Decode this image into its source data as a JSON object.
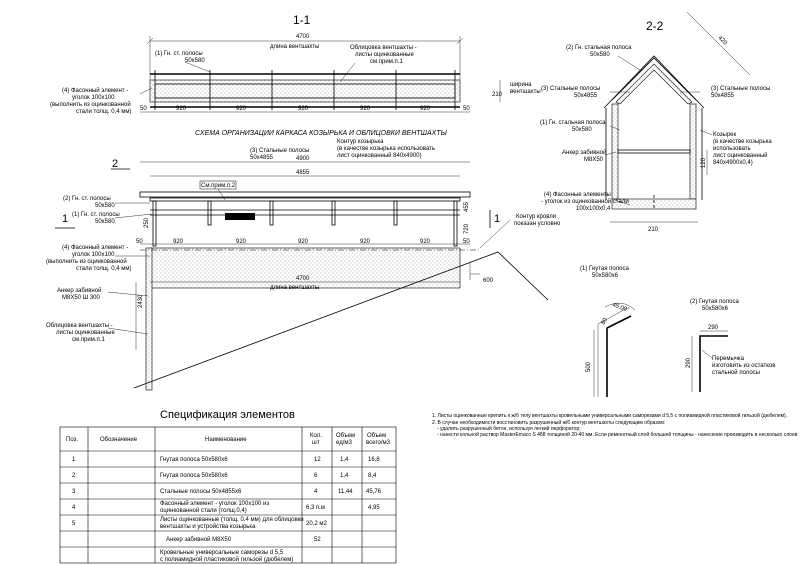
{
  "section_1_1": {
    "title": "1-1",
    "total_dim": "4700",
    "length_label": "длина вентшахты",
    "height_dim": "210",
    "width_label": "ширина\nвентшахты",
    "end_dim": "50",
    "spacing_dim": "920",
    "label_strips": "(1) Гн. ст. полосы\n50x580",
    "label_cladding": "Облицовка вентшахты -\nлисты оцинкованные\nсм.прим.п.1",
    "label_angle": "(4) Фасонный элемент -\nуголок 100x100\n(выполнить из оцинкованной\nстали толщ. 0,4 мм)"
  },
  "schema_title": "СХЕМА ОРГАНИЗАЦИИ КАРКАСА КОЗЫРЬКА И ОБЛИЦОВКИ ВЕНТШАХТЫ",
  "main_view": {
    "cut_mark": "2",
    "cut_mark_left": "1",
    "steel_label": "(3) Стальные полосы\n50x4855",
    "canopy_label": "Контур козырька\n(в качестве козырька использовать\nлист оцинкованный 840x4900)",
    "dim_4900": "4900",
    "dim_4855": "4855",
    "note_ref": "См.прим.п.2",
    "label_bent_strips_2": "(2) Гн. ст. полосы\n50x580",
    "label_bent_strips_1": "(1) Гн. ст. полосы\n50x580",
    "label_angle": "(4) Фасонный элемент -\nуголок 100x100\n(выполнить из оцинкованной\nстали толщ. 0,4 мм)",
    "label_anchor": "Анкер забивной\nМ8Х50 Ш 300",
    "label_cladding": "Облицовка вентшахты -\nлисты оцинкованные\nсм.прим.п.1",
    "label_roof": "Контур кровли\nпоказан условно",
    "dim_250": "250",
    "dim_50": "50",
    "dim_920": "920",
    "dim_455": "455",
    "dim_720": "720",
    "dim_4700": "4700",
    "length_label": "длина вентшахты",
    "dim_600": "600",
    "dim_2430": "2430"
  },
  "section_2_2": {
    "title": "2-2",
    "dim_420": "420",
    "label_strip_2": "(2) Гн. стальная полоса\n50x580",
    "label_steel_left": "(3) Стальные полосы\n50x4855",
    "label_steel_right": "(3) Стальные полосы\n50x4855",
    "label_strip_1": "(1) Гн. стальная полоса\n50x580",
    "label_anchor": "Анкер забивной\nМ8Х50",
    "label_canopy": "Козырек\n(в качестве козырька\nиспользовать\nлист оцинкованный\n840x4900x0,4)",
    "dim_120": "120",
    "label_angle": "(4) Фасонные элементы\n- уголок из оцинкованной стали\n100x100x0,4",
    "dim_210": "210"
  },
  "detail_1": {
    "title": "(1) Гнутая полоса\n50x580x6",
    "dim_angle": "45,00°",
    "dim_80": "80",
    "dim_500": "500"
  },
  "detail_2": {
    "title": "(2) Гнутая полоса\n50x580x6",
    "dim_290_h": "290",
    "dim_290_v": "290",
    "label_jumper": "Перемычка\nизготовить из остатков\nстальной полосы"
  },
  "spec": {
    "title": "Спецификация элементов",
    "headers": [
      "Поз.",
      "Обозначение",
      "Наименование",
      "Кол.\nшт",
      "Объем\nед/м3",
      "Объем\nвсего/м3"
    ],
    "rows": [
      [
        "1",
        "",
        "Гнутая полоса 50x580x6",
        "12",
        "1,4",
        "16,8"
      ],
      [
        "2",
        "",
        "Гнутая полоса 50x580x6",
        "6",
        "1,4",
        "8,4"
      ],
      [
        "3",
        "",
        "Стальные полосы 50x4855x6",
        "4",
        "11,44",
        "45,76"
      ],
      [
        "4",
        "",
        "Фасонный элемент - уголок 100x100 из\nоцинкованной стали (толщ.0,4)",
        "6,3 п.м",
        "",
        "4,95"
      ],
      [
        "5",
        "",
        "Листы оцинкованные (толщ. 0,4 мм) для облицовки\nвентшахты и устройства козырька",
        "20,2 м2",
        "",
        ""
      ],
      [
        "",
        "",
        "Анкер забивной М8Х50",
        "52",
        "",
        ""
      ],
      [
        "",
        "",
        "Кровельные универсальные саморезы d 5,5\nс полиамидной пластиковой гильзой (дюбелем)",
        "",
        "",
        ""
      ]
    ]
  },
  "notes": [
    "1. Листы оцинкованные крепить к ж/б телу вентшахты кровельными универсальными саморезами d 5,5 с полиамидной пластиковой гильзой (дюбелем).",
    "2. В случае необходимости восстановить разрушенный ж/б контур вентшахты следующим образом:",
    "- удалить разрушенный бетон, используя легкий перфоратор;",
    "- нанести кольной раствор MasterEmaco S 488 толщиной 20-40 мм. Если ременотный слой большей толщины - нанесение производить в несколько слоев"
  ]
}
